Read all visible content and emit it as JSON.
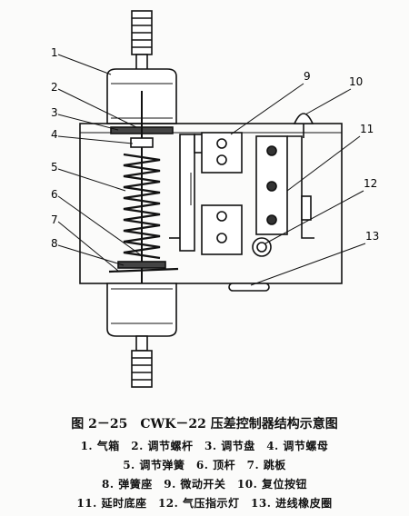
{
  "figure": {
    "title": "图 2－25　CWK－22 压差控制器结构示意图",
    "legend_lines": [
      "1. 气箱　2. 调节螺杆　3. 调节盘　4. 调节螺母",
      "5. 调节弹簧　6. 顶杆　7. 跳板",
      "8. 弹簧座　9. 微动开关　10. 复位按钮",
      "11. 延时底座　12. 气压指示灯　13. 进线橡皮圈"
    ],
    "callouts": [
      "1",
      "2",
      "3",
      "4",
      "5",
      "6",
      "7",
      "8",
      "9",
      "10",
      "11",
      "12",
      "13"
    ]
  },
  "colors": {
    "ink": "#111111",
    "paper": "#fbfbfa"
  }
}
